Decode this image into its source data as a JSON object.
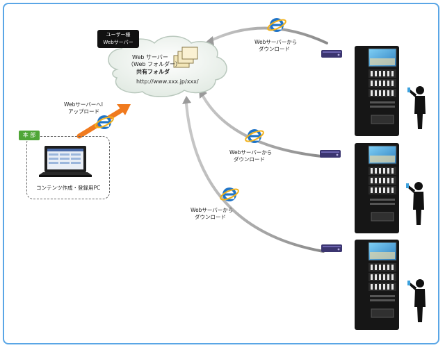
{
  "server_badge": {
    "line1": "ユーザー様",
    "line2": "Webサーバー"
  },
  "cloud": {
    "line1": "Web サーバー",
    "line2": "（Web フォルダー）",
    "folder_label": "共有フォルダ",
    "url": "http://www.xxx.jp/xxx/"
  },
  "upload": {
    "line1": "WebサーバーへI",
    "line2": "アップロード"
  },
  "office": {
    "badge": "本 部",
    "pc_label": "コンテンツ作成・登録用PC"
  },
  "downloads": [
    {
      "line1": "Webサーバーから",
      "line2": "ダウンロード"
    },
    {
      "line1": "Webサーバーから",
      "line2": "ダウンロード"
    },
    {
      "line1": "Webサーバーから",
      "line2": "ダウンロード"
    }
  ],
  "icons": [
    "internet-explorer-icon",
    "folder-icon",
    "laptop-icon",
    "vending-machine-icon",
    "media-player-icon",
    "person-icon"
  ],
  "colors": {
    "frame": "#5aa6e6",
    "upload_arrow": "#f07a1e",
    "badge_green": "#4fa636",
    "ie_blue": "#1f74c8"
  }
}
